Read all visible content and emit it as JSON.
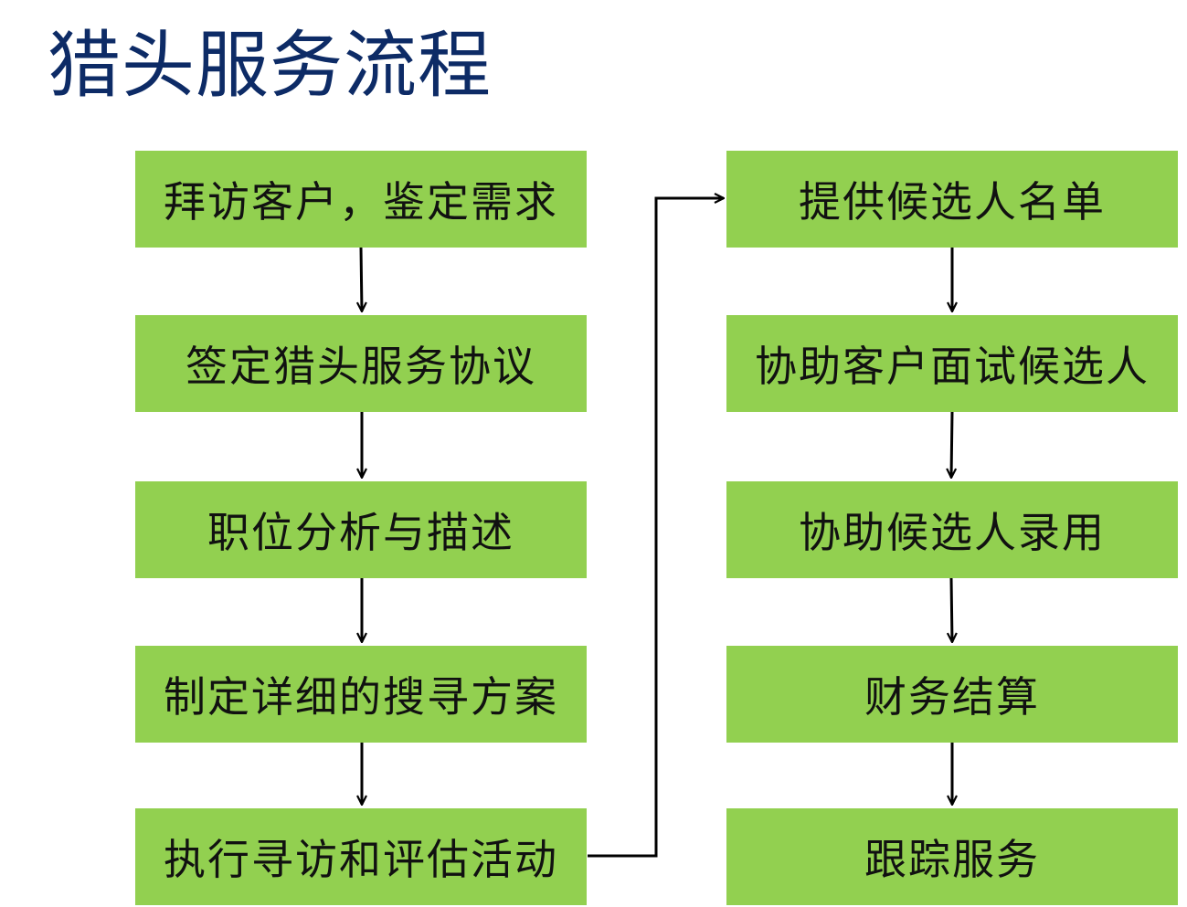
{
  "title": "猎头服务流程",
  "colors": {
    "title": "#0d2b66",
    "box_fill": "#92d050",
    "box_text": "#111111",
    "connector": "#000000"
  },
  "steps_left": [
    "拜访客户，鉴定需求",
    "签定猎头服务协议",
    "职位分析与描述",
    "制定详细的搜寻方案",
    "执行寻访和评估活动"
  ],
  "steps_right": [
    "提供候选人名单",
    "协助客户面试候选人",
    "协助候选人录用",
    "财务结算",
    "跟踪服务"
  ]
}
